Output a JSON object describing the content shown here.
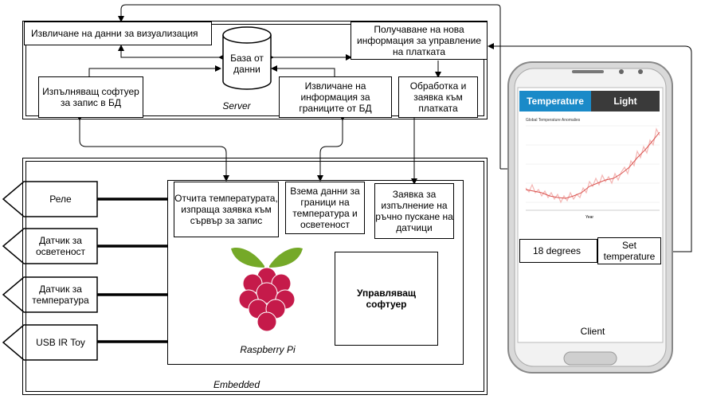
{
  "server": {
    "label": "Server",
    "extract_visualization": "Извличане на данни за визуализация",
    "receive_new_info": "Получаване на нова информация за управление на платката",
    "database": "База от данни",
    "executing_software": "Изпълняващ софтуер за запис в БД",
    "extract_boundaries": "Извличане на информация за границите от БД",
    "processing_request": "Обработка и заявка към платката"
  },
  "embedded": {
    "label": "Embedded",
    "peripherals": [
      "Реле",
      "Датчик за осветеност",
      "Датчик за температура",
      "USB IR Toy"
    ],
    "reads_temperature": "Отчита температурата, изпраща заявка към сървър за запис",
    "takes_boundaries": "Взема данни за граници на температура и осветеност",
    "manual_request": "Заявка за изпълнение на ръчно пускане на датчици",
    "control_software": "Управляващ софтуер",
    "raspberry_label": "Raspberry Pi"
  },
  "client": {
    "label": "Client",
    "tabs": [
      "Temperature",
      "Light"
    ],
    "chart_title": "Global Temperature Anomalies",
    "x_label": "Year",
    "value_field": "18 degrees",
    "set_button": "Set temperature"
  },
  "colors": {
    "tab_active": "#1a8ac8",
    "tab_inactive": "#3a3a3a",
    "chart_line": "#d9534f",
    "phone_body": "#d9d9d9"
  }
}
